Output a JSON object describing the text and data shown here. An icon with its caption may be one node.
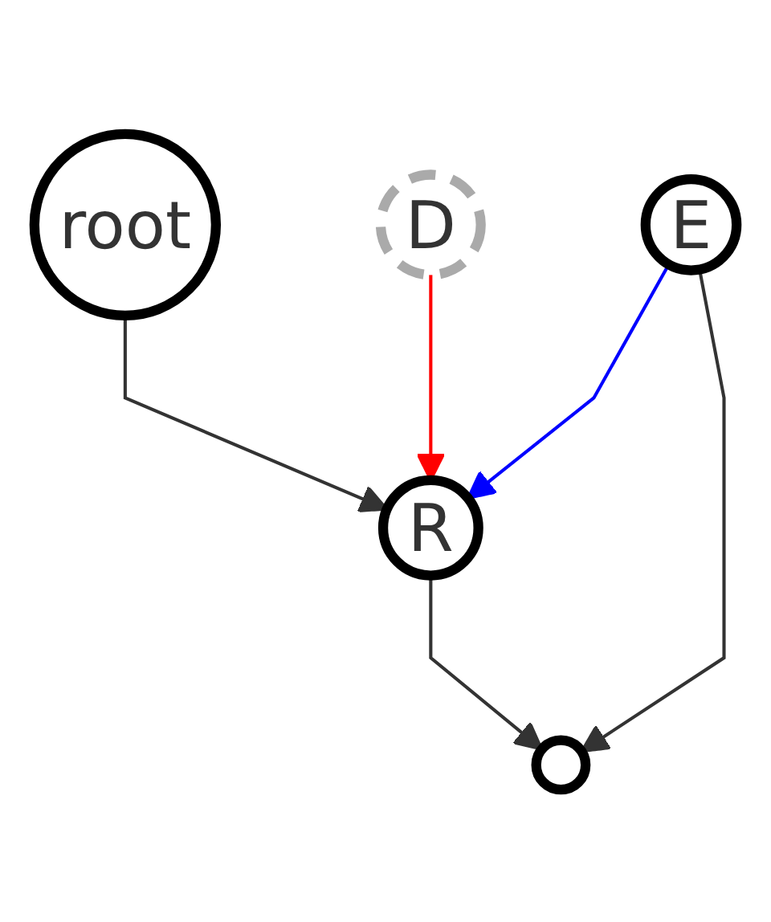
{
  "diagram": {
    "nodes": [
      {
        "text": [
          "root"
        ]
      },
      {
        "text": [
          "D"
        ]
      },
      {
        "text": [
          "R"
        ]
      },
      {
        "text": [
          "E"
        ]
      },
      {
        "text": [],
        "shape": "circle"
      }
    ],
    "edges": [
      {
        "from": 0,
        "to": 2,
        "arrow": "to"
      },
      {
        "from": 1,
        "to": 2,
        "arrow": "to",
        "color": "#ff0000"
      },
      {
        "from": 2,
        "to": 4,
        "arrow": "to"
      },
      {
        "from": 3,
        "to": 2,
        "arrow": "to",
        "color": "#0000ff"
      },
      {
        "from": 3,
        "to": 4,
        "arrow": "to"
      }
    ]
  }
}
